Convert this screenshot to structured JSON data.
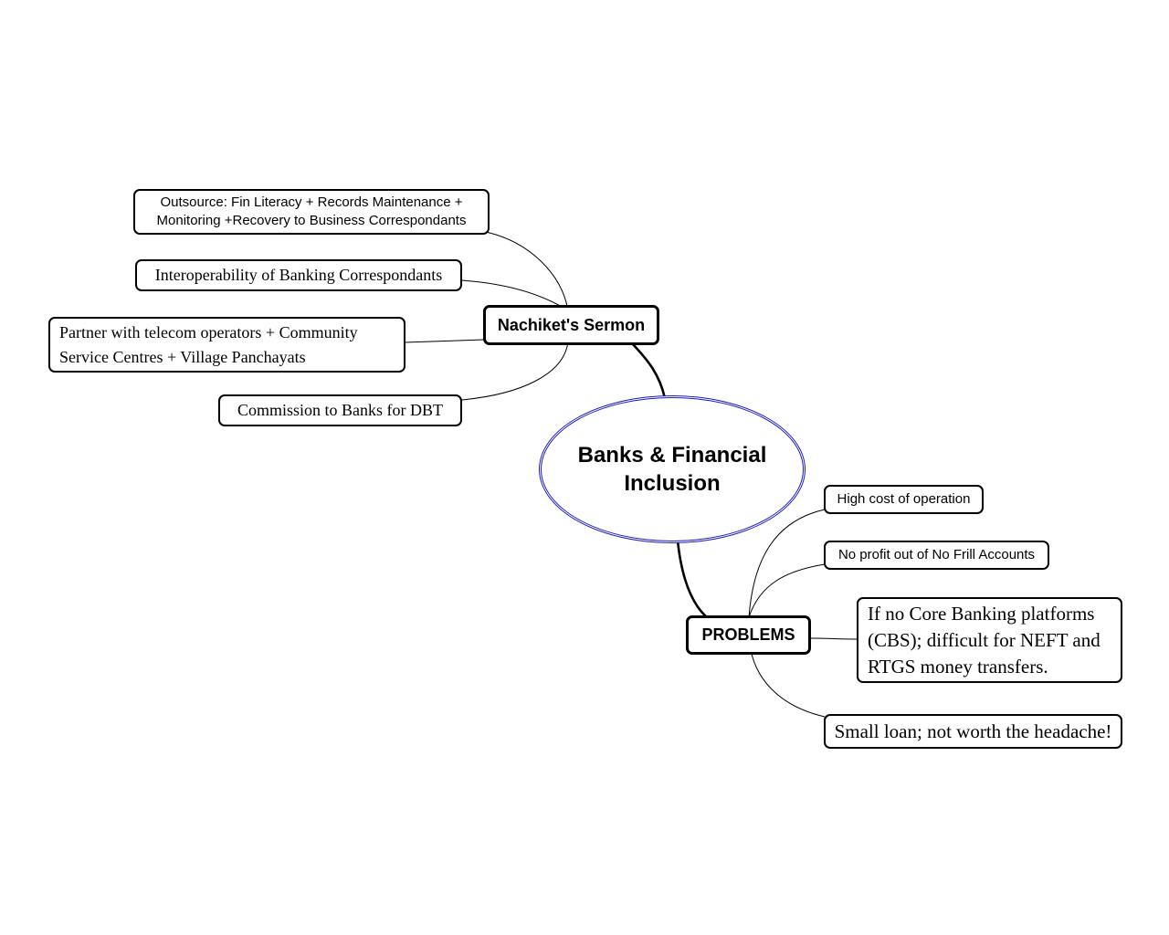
{
  "central": {
    "label": "Banks & Financial Inclusion"
  },
  "branches": {
    "sermon": {
      "label": "Nachiket's Sermon",
      "items": [
        "Outsource: Fin Literacy + Records Maintenance + Monitoring +Recovery to Business Correspondants",
        "Interoperability of Banking Correspondants",
        "Partner with telecom operators + Community Service Centres + Village Panchayats",
        "Commission to Banks for DBT"
      ]
    },
    "problems": {
      "label": "PROBLEMS",
      "items": [
        "High cost of operation",
        "No profit out of No Frill Accounts",
        "If no Core Banking platforms (CBS); difficult for NEFT and RTGS money transfers.",
        "Small loan; not worth the headache!"
      ]
    }
  },
  "colors": {
    "central_border": "#1a1acc",
    "node_border": "#000000",
    "connector": "#000000"
  }
}
